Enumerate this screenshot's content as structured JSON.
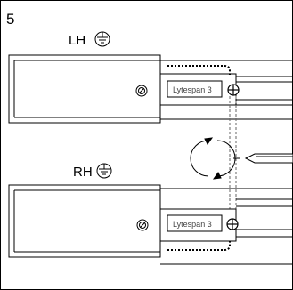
{
  "step_number": "5",
  "top": {
    "side_label": "LH",
    "symbol": "earth-ground-circle-icon",
    "plate_label": "Lytespan 3"
  },
  "bottom": {
    "side_label": "RH",
    "symbol": "earth-ground-circle-icon",
    "plate_label": "Lytespan 3"
  },
  "tool": "screwdriver-icon",
  "rotation": "rotate-both-directions-icon",
  "colors": {
    "line": "#000000",
    "background": "#ffffff"
  }
}
